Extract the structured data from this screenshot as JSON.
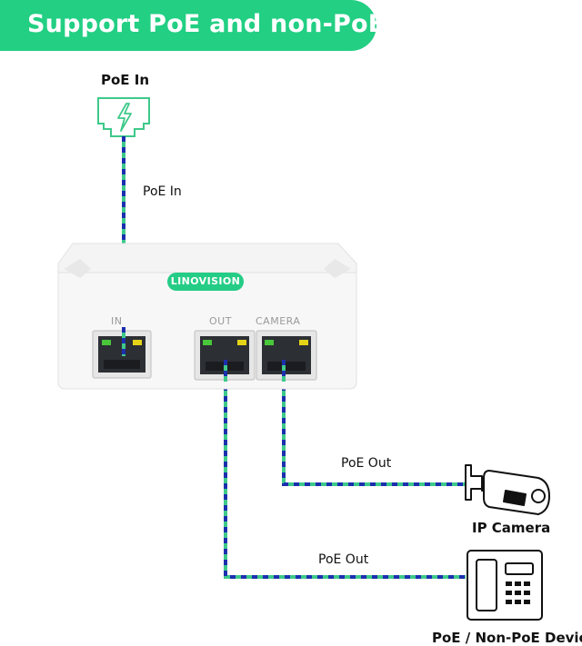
{
  "header": {
    "title": "Support PoE and non-PoE"
  },
  "labels": {
    "poe_in_top": "PoE In",
    "poe_in_cable": "PoE In",
    "poe_out_camera": "PoE Out",
    "poe_out_device": "PoE Out",
    "ip_camera": "IP Camera",
    "device": "PoE / Non-PoE Device"
  },
  "device": {
    "brand": "LINOVISION",
    "port_in": "IN",
    "port_out": "OUT",
    "port_camera": "CAMERA"
  },
  "colors": {
    "accent": "#22cf83",
    "cable_blue": "#1c2fae",
    "cable_green": "#3ec98a"
  }
}
